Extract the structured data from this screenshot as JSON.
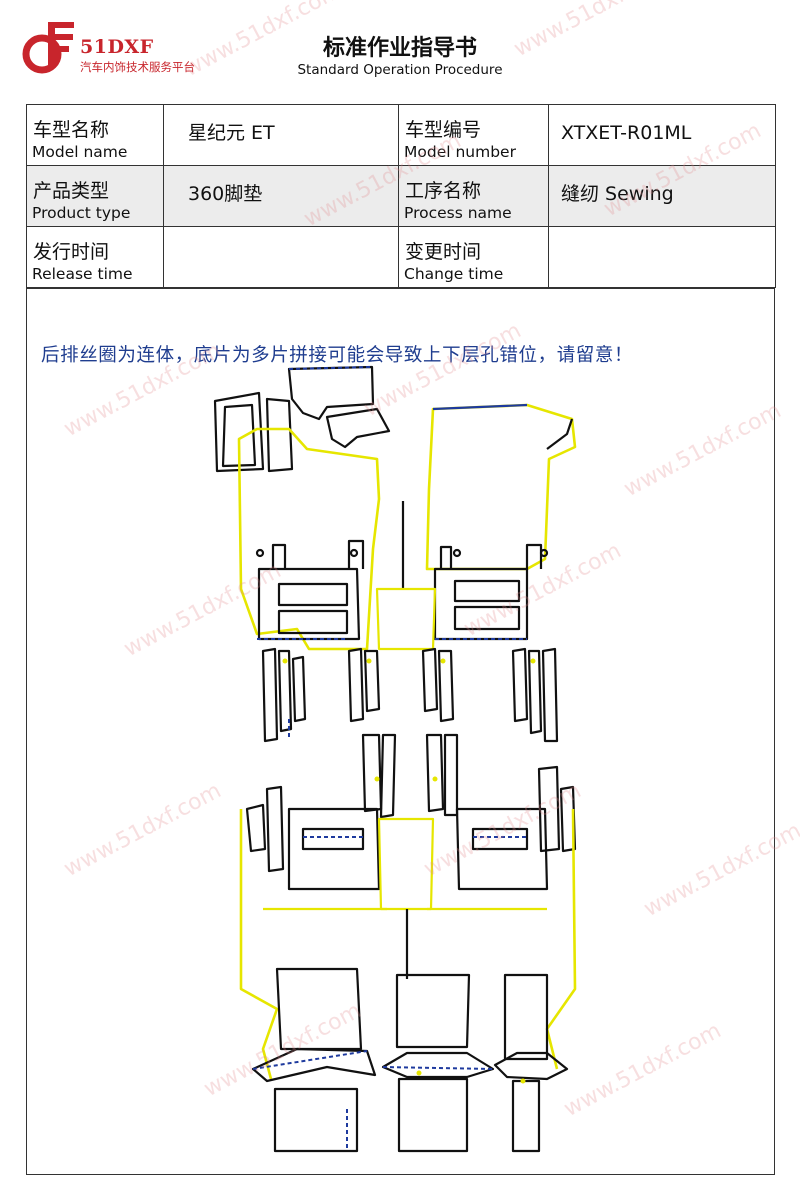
{
  "header": {
    "brand_name": "51DXF",
    "brand_tagline": "汽车内饰技术服务平台",
    "title": "标准作业指导书",
    "subtitle": "Standard Operation Procedure"
  },
  "info_table": {
    "model_name_cn": "车型名称",
    "model_name_en": "Model name",
    "model_name_value": "星纪元 ET",
    "model_number_cn": "车型编号",
    "model_number_en": "Model number",
    "model_number_value": "XTXET-R01ML",
    "product_type_cn": "产品类型",
    "product_type_en": "Product type",
    "product_type_value": "360脚垫",
    "process_name_cn": "工序名称",
    "process_name_en": "Process name",
    "process_name_value": "缝纫 Sewing",
    "release_time_cn": "发行时间",
    "release_time_en": "Release time",
    "release_time_value": "",
    "change_time_cn": "变更时间",
    "change_time_en": "Change time",
    "change_time_value": ""
  },
  "drawing": {
    "notice": "后排丝圈为连体，底片为多片拼接可能会导致上下层孔错位，请留意！"
  },
  "colors": {
    "brand_red": "#c8252c",
    "notice_blue": "#1f3d8f",
    "outline_black": "#111111",
    "edge_yellow": "#e6e600",
    "edge_blue": "#1e3a9e"
  },
  "watermark": "www.51dxf.com"
}
